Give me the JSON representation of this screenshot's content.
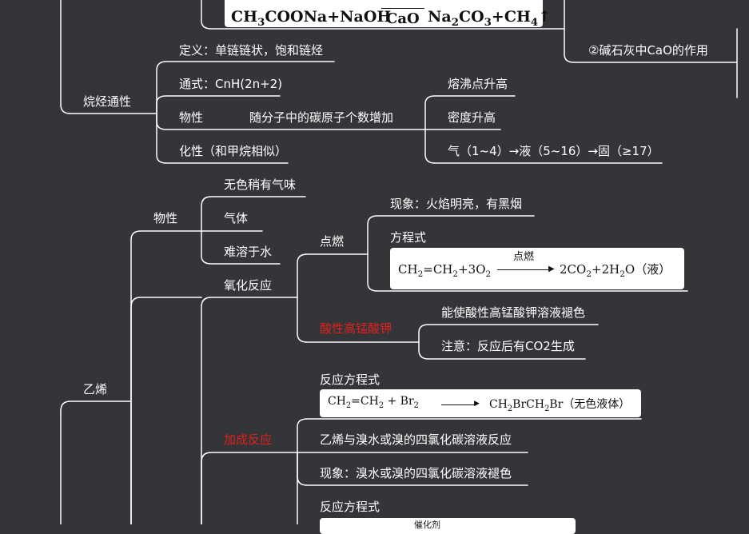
{
  "eq_top": {
    "left": "CH3COONa+NaOH",
    "above": "△",
    "below": "CaO",
    "right": "Na2CO3+CH4↑"
  },
  "cao_role": "②碱石灰中CaO的作用",
  "alkane": {
    "title": "烷烃通性",
    "definition": "定义：单链链状，饱和链烃",
    "formula": "通式：CnH(2n+2)",
    "physical": "物性",
    "physical_note": "随分子中的碳原子个数增加",
    "physical_items": [
      "熔沸点升高",
      "密度升高",
      "气（1~4）→液（5~16）→固（≥17）"
    ],
    "chemical": "化性（和甲烷相似）"
  },
  "ethylene": {
    "title": "乙烯",
    "physical": "物性",
    "physical_items": [
      "无色稍有气味",
      "气体",
      "难溶于水"
    ],
    "oxidation": "氧化反应",
    "combustion": "点燃",
    "phenomenon": "现象：火焰明亮，有黑烟",
    "equation_label": "方程式",
    "combustion_eq": {
      "left": "CH2=CH2+3O2",
      "condition": "点燃",
      "right": "2CO2+2H2O（液）"
    },
    "kmno4": "酸性高锰酸钾",
    "kmno4_items": [
      "能使酸性高锰酸钾溶液褪色",
      "注意：反应后有CO2生成"
    ],
    "addition": "加成反应",
    "reaction_eq_label": "反应方程式",
    "bromine_eq": {
      "left": "CH2=CH2 + Br2",
      "right": "CH2BrCH2Br（无色液体）"
    },
    "addition_items": [
      "乙烯与溴水或溴的四氯化碳溶液反应",
      "现象：溴水或溴的四氯化碳溶液褪色"
    ],
    "reaction_eq_label2": "反应方程式",
    "catalyst_label": "催化剂"
  },
  "colors": {
    "background": "#333538",
    "line": "#ffffff",
    "highlight": "#e0201c"
  }
}
